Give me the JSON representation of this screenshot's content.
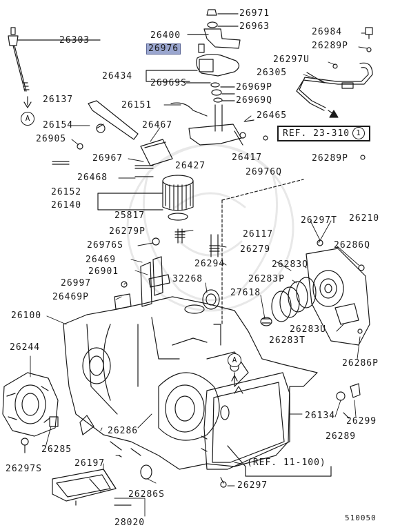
{
  "labels": {
    "l26971": "26971",
    "l26963": "26963",
    "l26400": "26400",
    "l26976": "26976",
    "l26303": "26303",
    "l26984": "26984",
    "l26289P_a": "26289P",
    "l26297U": "26297U",
    "l26305": "26305",
    "l26434": "26434",
    "l26969S": "26969S",
    "l26969P": "26969P",
    "l26969Q": "26969Q",
    "l26137": "26137",
    "l26151": "26151",
    "l26465": "26465",
    "l26154": "26154",
    "l26467": "26467",
    "l26905": "26905",
    "l26417": "26417",
    "l26289P_b": "26289P",
    "l26967": "26967",
    "l26427": "26427",
    "l26976Q": "26976Q",
    "l26468": "26468",
    "l26152": "26152",
    "l26140": "26140",
    "l25817": "25817",
    "l26279P": "26279P",
    "l26117": "26117",
    "l26297T": "26297T",
    "l26210": "26210",
    "l26976S": "26976S",
    "l26279": "26279",
    "l26286Q": "26286Q",
    "l26469": "26469",
    "l26294": "26294",
    "l26283Q": "26283Q",
    "l26901": "26901",
    "l26997": "26997",
    "l32268": "32268",
    "l26283P": "26283P",
    "l27618": "27618",
    "l26469P": "26469P",
    "l26100": "26100",
    "l26283U": "26283U",
    "l26283T": "26283T",
    "l26244": "26244",
    "l26286P": "26286P",
    "l26134": "26134",
    "l26299": "26299",
    "l26285": "26285",
    "l26286": "26286",
    "l26289": "26289",
    "l26197": "26197",
    "l26297S": "26297S",
    "l26297": "26297",
    "l26286S": "26286S",
    "l28020": "28020",
    "l510050": "510050"
  },
  "refs": {
    "ref_23_310": "REF. 23-310",
    "ref_23_310_num": "1",
    "ref_11_100": "(REF. 11-100)"
  },
  "markers": {
    "a1": "A",
    "a2": "A"
  },
  "colors": {
    "highlight": "#9aa6cf",
    "line": "#1a1a1a"
  }
}
